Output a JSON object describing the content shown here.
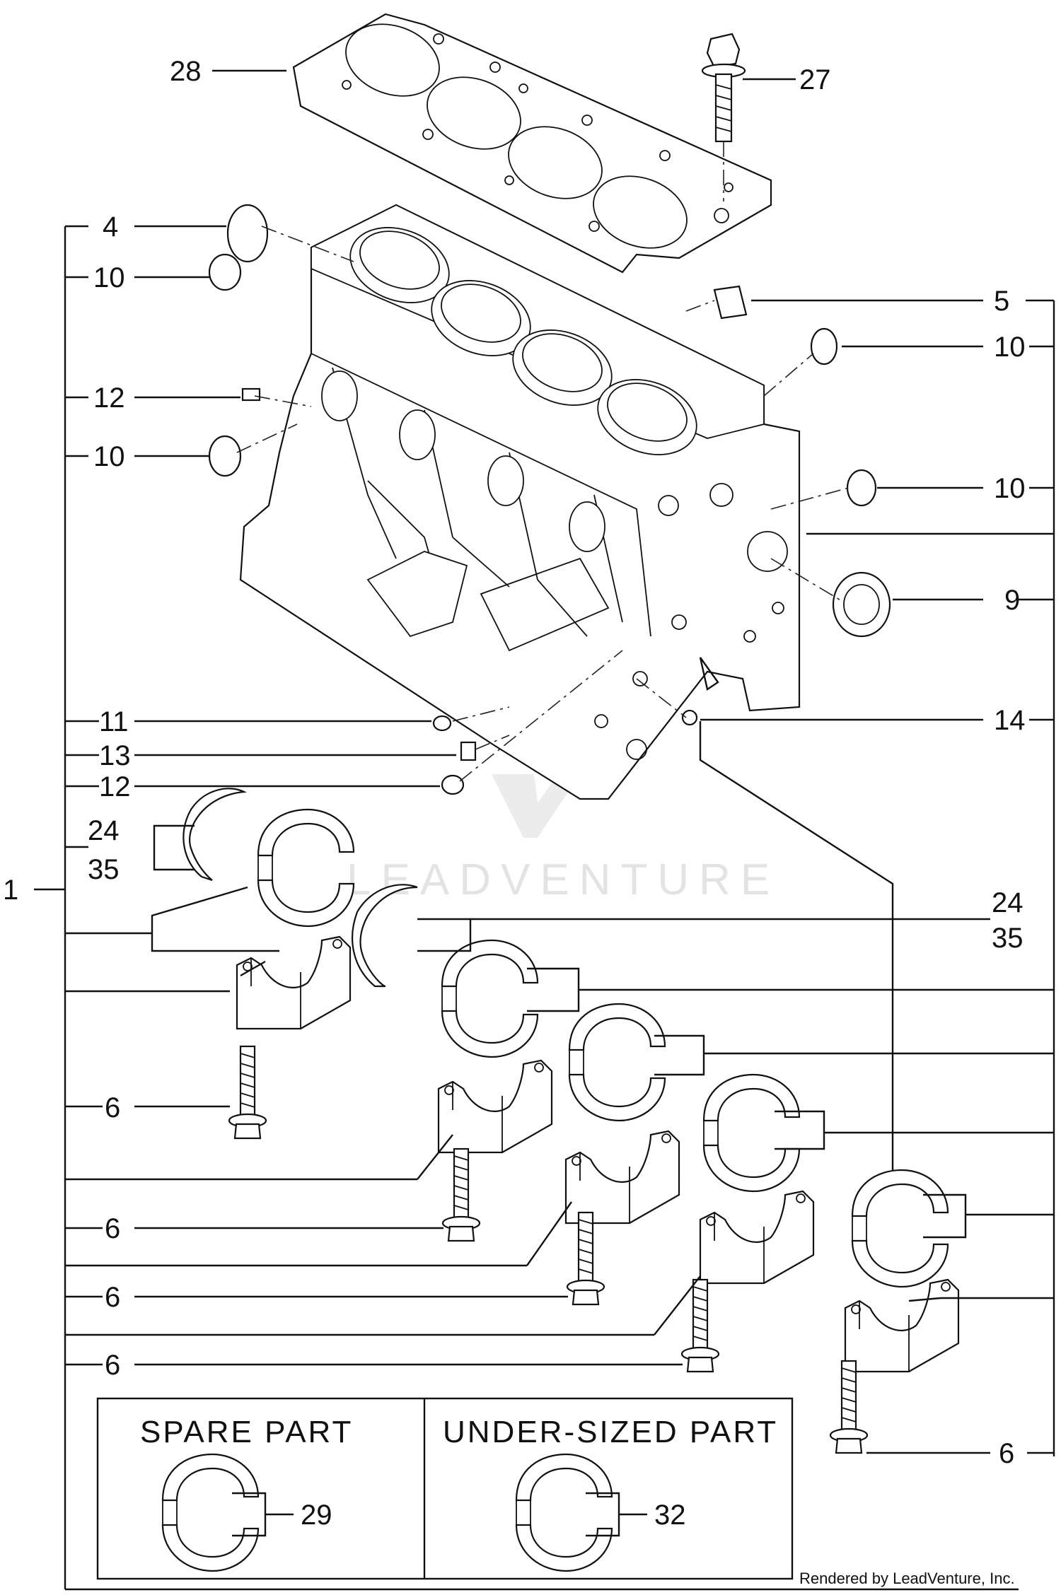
{
  "callouts": {
    "c28": "28",
    "c27": "27",
    "c4": "4",
    "c10a": "10",
    "c5": "5",
    "c10b": "10",
    "c12a": "12",
    "c10c": "10",
    "c10d": "10",
    "c9": "9",
    "c11": "11",
    "c14": "14",
    "c13": "13",
    "c12b": "12",
    "c24a": "24",
    "c35a": "35",
    "c1": "1",
    "c24b": "24",
    "c35b": "35",
    "c6a": "6",
    "c6b": "6",
    "c6c": "6",
    "c6d": "6",
    "c6e": "6",
    "c29": "29",
    "c32": "32"
  },
  "legend": {
    "spare_part": "SPARE  PART",
    "undersized_part": "UNDER-SIZED  PART"
  },
  "watermark": "LEADVENTURE",
  "footer": "Rendered by LeadVenture, Inc.",
  "colors": {
    "line": "#111111",
    "background": "#ffffff",
    "watermark": "#e3e3e3"
  }
}
